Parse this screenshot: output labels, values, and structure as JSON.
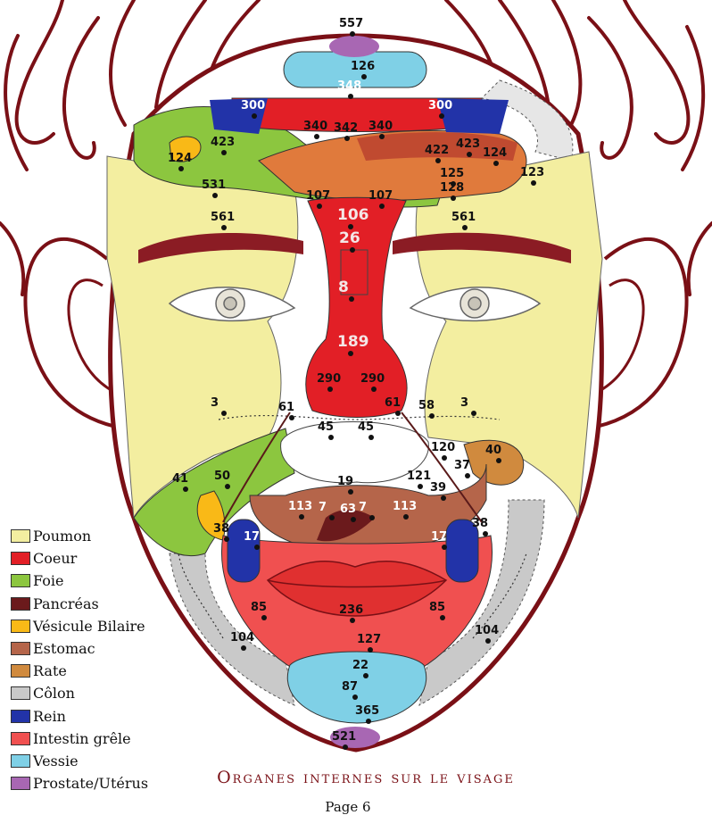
{
  "caption": "Organes internes sur le visage",
  "page_label": "Page 6",
  "colors": {
    "outline": "#7a1016",
    "poumon": "#f3eea0",
    "coeur": "#e21f26",
    "foie": "#8cc63f",
    "pancreas": "#6b1a1c",
    "vesicule": "#f9b917",
    "estomac": "#b5654a",
    "rate": "#d08a3e",
    "colon": "#c9c9c9",
    "rein": "#2233a8",
    "intestin": "#f05050",
    "vessie": "#7fd0e6",
    "prostate": "#a867b3"
  },
  "legend": [
    {
      "label": "Poumon",
      "color": "#f3eea0"
    },
    {
      "label": "Coeur",
      "color": "#e21f26"
    },
    {
      "label": "Foie",
      "color": "#8cc63f"
    },
    {
      "label": "Pancréas",
      "color": "#6b1a1c"
    },
    {
      "label": "Vésicule Bilaire",
      "color": "#f9b917"
    },
    {
      "label": "Estomac",
      "color": "#b5654a"
    },
    {
      "label": "Rate",
      "color": "#d08a3e"
    },
    {
      "label": "Côlon",
      "color": "#c9c9c9"
    },
    {
      "label": "Rein",
      "color": "#2233a8"
    },
    {
      "label": "Intestin grêle",
      "color": "#f05050"
    },
    {
      "label": "Vessie",
      "color": "#7fd0e6"
    },
    {
      "label": "Prostate/Utérus",
      "color": "#a867b3"
    }
  ],
  "points": {
    "p557": "557",
    "p126": "126",
    "p348": "348",
    "p300l": "300",
    "p300r": "300",
    "p340l": "340",
    "p342": "342",
    "p340r": "340",
    "p423l": "423",
    "p124l": "124",
    "p531": "531",
    "p422": "422",
    "p423r": "423",
    "p124r": "124",
    "p123": "123",
    "p125": "125",
    "p128": "128",
    "p107l": "107",
    "p107r": "107",
    "p106": "106",
    "p561l": "561",
    "p561r": "561",
    "p26": "26",
    "p8": "8",
    "p189": "189",
    "p290l": "290",
    "p290r": "290",
    "p3l": "3",
    "p61l": "61",
    "p45l": "45",
    "p45r": "45",
    "p61r": "61",
    "p58": "58",
    "p3r": "3",
    "p120": "120",
    "p40": "40",
    "p37": "37",
    "p121": "121",
    "p39": "39",
    "p41": "41",
    "p50": "50",
    "p19": "19",
    "p113l": "113",
    "p7l": "7",
    "p63": "63",
    "p7r": "7",
    "p113r": "113",
    "p38l": "38",
    "p17l": "17",
    "p17r": "17",
    "p38r": "38",
    "p85l": "85",
    "p236": "236",
    "p85r": "85",
    "p104l": "104",
    "p104r": "104",
    "p127": "127",
    "p22": "22",
    "p87": "87",
    "p365": "365",
    "p521": "521"
  }
}
